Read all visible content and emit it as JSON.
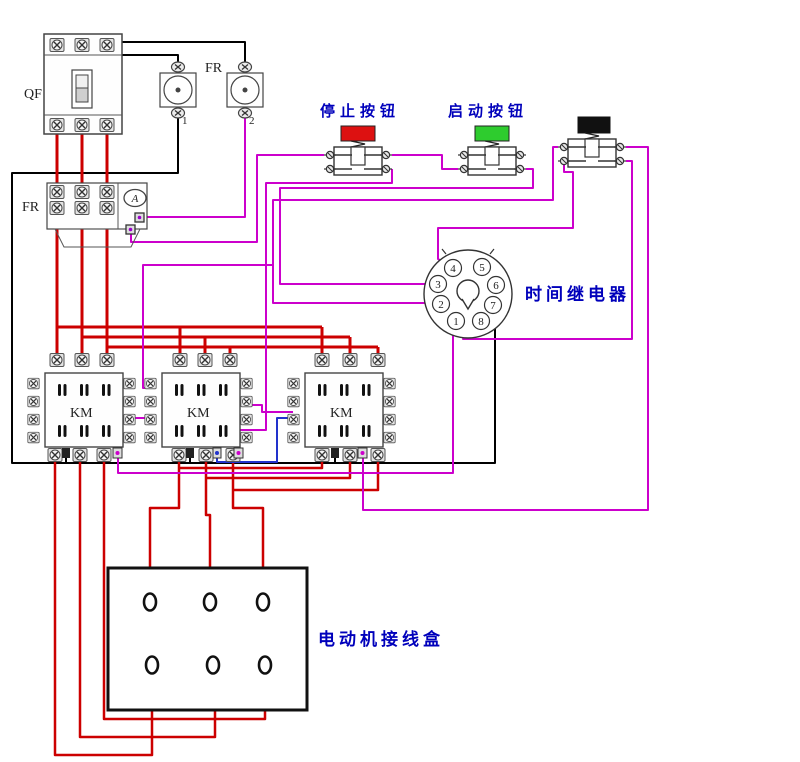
{
  "diagram": {
    "components": {
      "breaker": {
        "label": "QF"
      },
      "fuses": {
        "group_label": "FR",
        "items": [
          {
            "num": "1"
          },
          {
            "num": "2"
          }
        ]
      },
      "overload": {
        "label": "FR",
        "meter_label": "A"
      },
      "buttons": {
        "stop": {
          "label": "停止按钮"
        },
        "start": {
          "label": "启动按钮"
        }
      },
      "time_relay": {
        "label": "时间继电器",
        "pins": [
          "1",
          "2",
          "3",
          "4",
          "5",
          "6",
          "7",
          "8"
        ]
      },
      "contactors": [
        {
          "label": "KM"
        },
        {
          "label": "KM"
        },
        {
          "label": "KM"
        }
      ],
      "motor_box": {
        "label": "电动机接线盒"
      }
    },
    "colors": {
      "power_wire": "#cc0000",
      "control_wire": "#cc00cc",
      "neutral_wire": "#000000",
      "aux_wire": "#2233cc",
      "label_text": "#0000bb",
      "stop_cap": "#dd1111",
      "start_cap": "#2ecc2e",
      "jog_cap": "#111111"
    }
  }
}
